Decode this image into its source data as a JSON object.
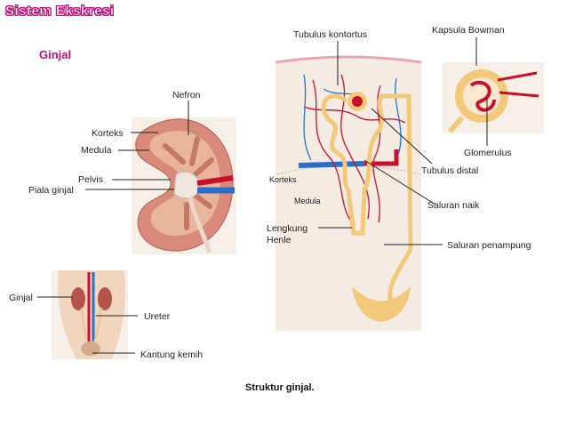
{
  "header": {
    "title": "Sistem Ekskresi",
    "section": "Ginjal"
  },
  "labels": {
    "nefron": "Nefron",
    "korteks": "Korteks",
    "medula": "Medula",
    "pelvis": "Pelvis",
    "piala_ginjal": "Piala ginjal",
    "ginjal": "Ginjal",
    "ureter": "Ureter",
    "kantung_kemih": "Kantung kemih",
    "tubulus_kontortus": "Tubulus kontortus",
    "kapsula_bowman": "Kapsula Bowman",
    "glomerulus": "Glomerulus",
    "tubulus_distal": "Tubulus distal",
    "korteks_small": "Korteks",
    "medula_small": "Medula",
    "saluran_naik": "Saluran naik",
    "lengkung_henle": "Lengkung\nHenle",
    "saluran_penampung": "Saluran penampung"
  },
  "caption": "Struktur ginjal.",
  "colors": {
    "title": "#c0107a",
    "tubule": "#f2c87a",
    "artery": "#c8102e",
    "vein": "#2a6fc9"
  }
}
